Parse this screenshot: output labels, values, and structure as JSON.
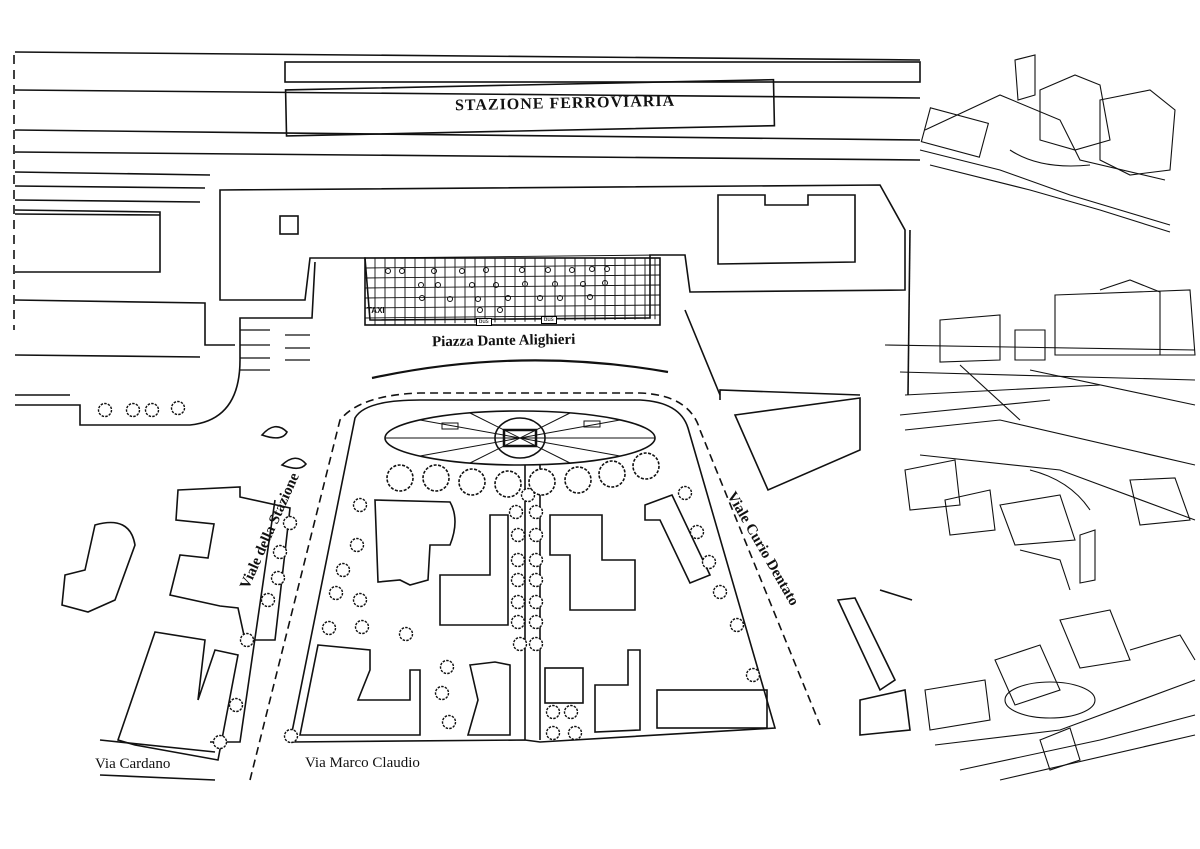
{
  "map": {
    "labels": {
      "station": "STAZIONE FERROVIARIA",
      "piazza": "Piazza Dante Alighieri",
      "viale_stazione": "Viale della Stazione",
      "viale_curio": "Viale Curio Dentato",
      "via_cardano": "Via Cardano",
      "via_marco": "Via Marco Claudio",
      "taxi": "TAXI",
      "bus_1": "bus",
      "bus_2": "bus"
    },
    "colors": {
      "ink": "#111111",
      "paper": "#ffffff"
    }
  },
  "perspectives": [
    {
      "id": "aerial-view-1",
      "icon": "perspective-sketch-icon"
    },
    {
      "id": "street-view-2",
      "icon": "perspective-sketch-icon"
    },
    {
      "id": "aerial-view-3",
      "icon": "perspective-sketch-icon"
    },
    {
      "id": "aerial-view-4",
      "icon": "perspective-sketch-icon"
    }
  ]
}
